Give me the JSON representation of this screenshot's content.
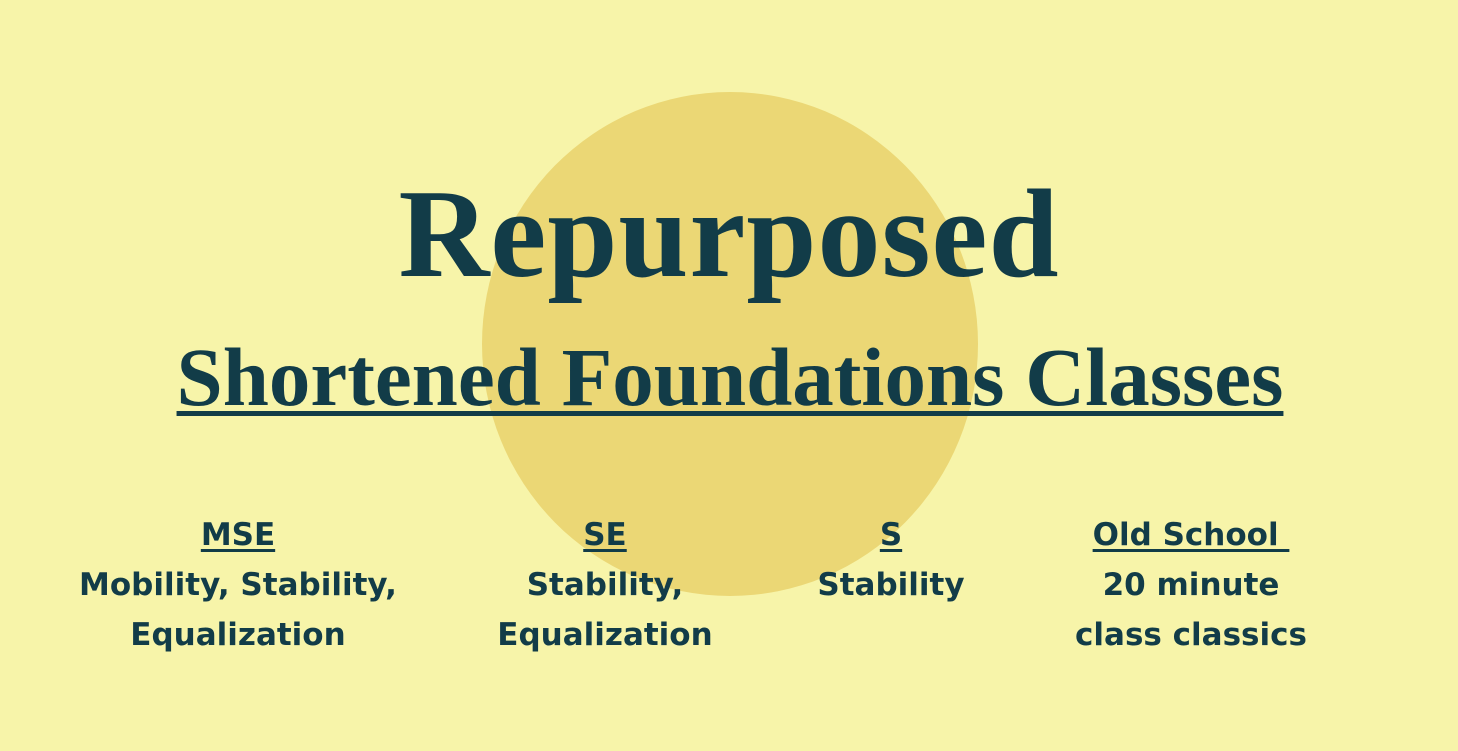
{
  "title": "Repurposed",
  "subtitle": "Shortened Foundations Classes",
  "columns": [
    {
      "heading": "MSE",
      "lines": [
        "Mobility, Stability,",
        "Equalization"
      ]
    },
    {
      "heading": "SE",
      "lines": [
        "Stability,",
        "Equalization"
      ]
    },
    {
      "heading": "S",
      "lines": [
        "Stability"
      ]
    },
    {
      "heading": "Old School ",
      "lines": [
        "20 minute",
        "class classics"
      ]
    }
  ],
  "colors": {
    "background": "#f7f4a9",
    "circle": "#ebd775",
    "text": "#123c48"
  }
}
